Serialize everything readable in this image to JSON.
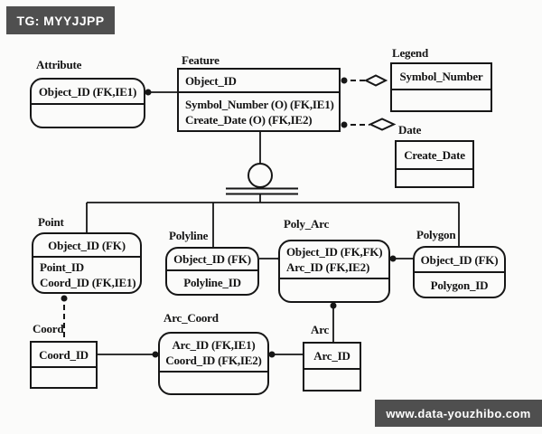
{
  "watermarks": {
    "top_left": "TG: MYYJJPP",
    "bottom_right": "www.data-youzhibo.com"
  },
  "colors": {
    "badge_bg": "#4f4f4f",
    "badge_text": "#ffffff",
    "diagram_line": "#161616",
    "paper": "#fbfbfa"
  },
  "diagram": {
    "notation": "IDEF1X entity-relationship diagram",
    "entities": {
      "attribute": {
        "label": "Attribute",
        "shape": "rounded",
        "key": [
          "Object_ID (FK,IE1)"
        ],
        "attrs": []
      },
      "feature": {
        "label": "Feature",
        "shape": "square",
        "key": [
          "Object_ID"
        ],
        "attrs": [
          "Symbol_Number (O) (FK,IE1)",
          "Create_Date (O) (FK,IE2)"
        ]
      },
      "legend": {
        "label": "Legend",
        "shape": "square",
        "key": [
          "Symbol_Number"
        ],
        "attrs": []
      },
      "date": {
        "label": "Date",
        "shape": "square",
        "key": [
          "Create_Date"
        ],
        "attrs": []
      },
      "point": {
        "label": "Point",
        "shape": "rounded",
        "key": [
          "Object_ID (FK)"
        ],
        "attrs": [
          "Point_ID",
          "Coord_ID (FK,IE1)"
        ]
      },
      "polyline": {
        "label": "Polyline",
        "shape": "rounded",
        "key": [
          "Object_ID (FK)"
        ],
        "attrs": [
          "Polyline_ID"
        ]
      },
      "poly_arc": {
        "label": "Poly_Arc",
        "shape": "rounded",
        "key": [
          "Object_ID (FK,FK)",
          "Arc_ID (FK,IE2)"
        ],
        "attrs": []
      },
      "polygon": {
        "label": "Polygon",
        "shape": "rounded",
        "key": [
          "Object_ID (FK)"
        ],
        "attrs": [
          "Polygon_ID"
        ]
      },
      "coord": {
        "label": "Coord",
        "shape": "square",
        "key": [
          "Coord_ID"
        ],
        "attrs": []
      },
      "arc_coord": {
        "label": "Arc_Coord",
        "shape": "rounded",
        "key": [
          "Arc_ID (FK,IE1)",
          "Coord_ID (FK,IE2)"
        ],
        "attrs": []
      },
      "arc": {
        "label": "Arc",
        "shape": "square",
        "key": [
          "Arc_ID"
        ],
        "attrs": []
      }
    },
    "category": {
      "parent": "feature",
      "subtypes": [
        "point",
        "polyline",
        "polygon"
      ],
      "completeness": "complete category (circle with double underline)"
    },
    "relationships": [
      {
        "from": "attribute",
        "to": "feature",
        "line": "solid",
        "marker": "dot at attribute"
      },
      {
        "from": "feature",
        "to": "legend",
        "line": "dashed",
        "marker": "dot at feature, open diamond at legend"
      },
      {
        "from": "feature",
        "to": "date",
        "line": "dashed",
        "marker": "dot at feature, open diamond at date"
      },
      {
        "from": "polyline",
        "to": "poly_arc",
        "line": "solid",
        "marker": "dot at poly_arc"
      },
      {
        "from": "polygon",
        "to": "poly_arc",
        "line": "solid",
        "marker": "dot at poly_arc"
      },
      {
        "from": "arc",
        "to": "poly_arc",
        "line": "solid",
        "marker": "dot at poly_arc"
      },
      {
        "from": "point",
        "to": "coord",
        "line": "dashed",
        "marker": "dot at point"
      },
      {
        "from": "coord",
        "to": "arc_coord",
        "line": "solid",
        "marker": "dot at arc_coord"
      },
      {
        "from": "arc",
        "to": "arc_coord",
        "line": "solid",
        "marker": "dot at arc_coord"
      }
    ]
  }
}
